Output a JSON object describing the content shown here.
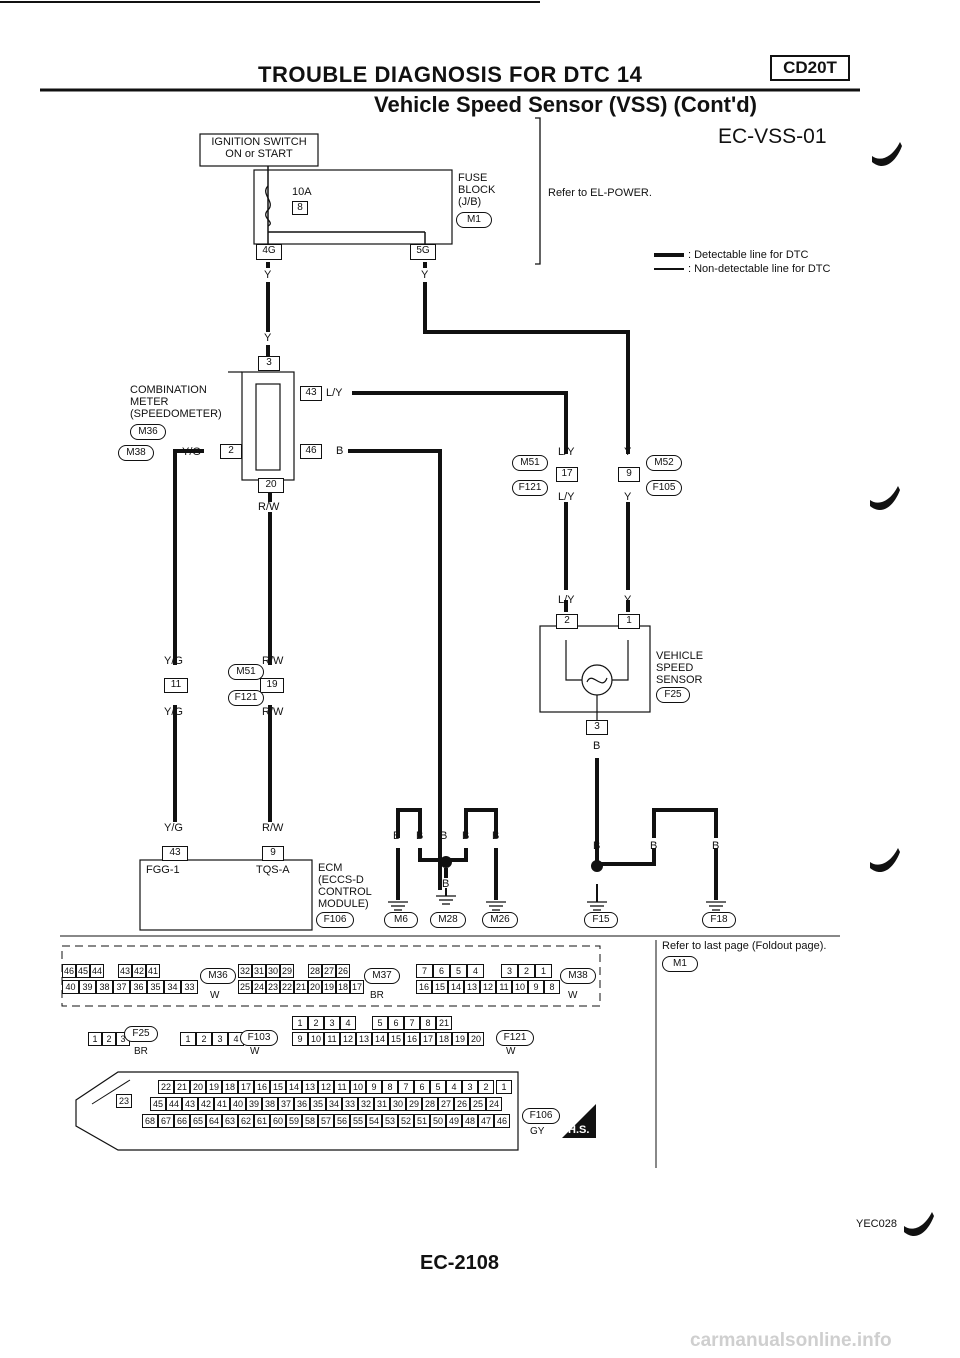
{
  "header": {
    "title": "TROUBLE DIAGNOSIS FOR DTC 14",
    "engine_code": "CD20T",
    "subtitle": "Vehicle Speed Sensor (VSS) (Cont'd)",
    "diagram_id": "EC-VSS-01"
  },
  "power": {
    "switch_label": "IGNITION SWITCH\nON or START",
    "fuse_amps": "10A",
    "fuse_number": "8",
    "fuse_block": "FUSE\nBLOCK\n(J/B)",
    "fuse_block_conn": "M1",
    "refer": "Refer to EL-POWER.",
    "pin_left": "4G",
    "pin_right": "5G",
    "wire_left": "Y",
    "wire_right": "Y"
  },
  "legend": {
    "detectable": ": Detectable line for DTC",
    "non_detectable": ": Non-detectable line for DTC"
  },
  "meter": {
    "label": "COMBINATION\nMETER\n(SPEEDOMETER)",
    "conn1": "M36",
    "conn2": "M38",
    "pin_top": "3",
    "wire_top": "Y",
    "pin_43": "43",
    "wire_43": "L/Y",
    "pin_2": "2",
    "wire_2": "Y/G",
    "pin_46": "46",
    "wire_46": "B",
    "pin_20": "20",
    "wire_20": "R/W"
  },
  "joints": {
    "m51": "M51",
    "f121": "F121",
    "m52": "M52",
    "f105": "F105",
    "pin17": "17",
    "pin9": "9",
    "wire_ly": "L/Y",
    "wire_y": "Y",
    "pin11": "11",
    "wire_yg": "Y/G",
    "pin19": "19",
    "wire_rw": "R/W"
  },
  "vss": {
    "label": "VEHICLE\nSPEED\nSENSOR",
    "conn": "F25",
    "pin2": "2",
    "pin1": "1",
    "pin3": "3",
    "wire_b": "B"
  },
  "ecm": {
    "label": "ECM\n(ECCS-D\nCONTROL\nMODULE)",
    "conn": "F106",
    "pin43": "43",
    "pin9": "9",
    "term_left": "FGG-1",
    "term_right": "TQS-A"
  },
  "grounds": {
    "wire_b": "B",
    "m6": "M6",
    "m28": "M28",
    "m26": "M26",
    "f15": "F15",
    "f18": "F18"
  },
  "connectors": {
    "refer_foldout": "Refer to last page (Foldout page).",
    "refer_conn": "M1",
    "m36": "M36",
    "m36_color": "W",
    "m37": "M37",
    "m37_color": "BR",
    "m38": "M38",
    "m38_color": "W",
    "f25": "F25",
    "f25_color": "BR",
    "f103": "F103",
    "f103_color": "W",
    "f121": "F121",
    "f121_color": "W",
    "f106": "F106",
    "f106_color": "GY",
    "hs": "H.S.",
    "m36_top": [
      "46",
      "45",
      "44",
      "",
      "43",
      "42",
      "41"
    ],
    "m36_bot": [
      "40",
      "39",
      "38",
      "37",
      "36",
      "35",
      "34",
      "33"
    ],
    "m36b_top": [
      "32",
      "31",
      "30",
      "29",
      "",
      "28",
      "27",
      "26"
    ],
    "m36b_bot": [
      "25",
      "24",
      "23",
      "22",
      "21",
      "20",
      "19",
      "18",
      "17"
    ],
    "m38_top": [
      "7",
      "6",
      "5",
      "4",
      "",
      "3",
      "2",
      "1"
    ],
    "m38_bot": [
      "16",
      "15",
      "14",
      "13",
      "12",
      "11",
      "10",
      "9",
      "8"
    ],
    "f25_pins": [
      "1",
      "2",
      "3"
    ],
    "f103_pins": [
      "1",
      "2",
      "3",
      "4"
    ],
    "f121_top": [
      "1",
      "2",
      "3",
      "4",
      "",
      "5",
      "6",
      "7",
      "8",
      "21"
    ],
    "f121_bot": [
      "9",
      "10",
      "11",
      "12",
      "13",
      "14",
      "15",
      "16",
      "17",
      "18",
      "19",
      "20"
    ],
    "f106_single_l": "23",
    "f106_single_r": "1",
    "f106_row1": [
      "22",
      "21",
      "20",
      "19",
      "18",
      "17",
      "16",
      "15",
      "14",
      "13",
      "12",
      "11",
      "10",
      "9",
      "8",
      "7",
      "6",
      "5",
      "4",
      "3",
      "2"
    ],
    "f106_row2": [
      "45",
      "44",
      "43",
      "42",
      "41",
      "40",
      "39",
      "38",
      "37",
      "36",
      "35",
      "34",
      "33",
      "32",
      "31",
      "30",
      "29",
      "28",
      "27",
      "26",
      "25",
      "24"
    ],
    "f106_row3": [
      "68",
      "67",
      "66",
      "65",
      "64",
      "63",
      "62",
      "61",
      "60",
      "59",
      "58",
      "57",
      "56",
      "55",
      "54",
      "53",
      "52",
      "51",
      "50",
      "49",
      "48",
      "47",
      "46"
    ]
  },
  "footer": {
    "code": "YEC028",
    "page": "EC-2108",
    "watermark": "carmanualsonline.info"
  }
}
